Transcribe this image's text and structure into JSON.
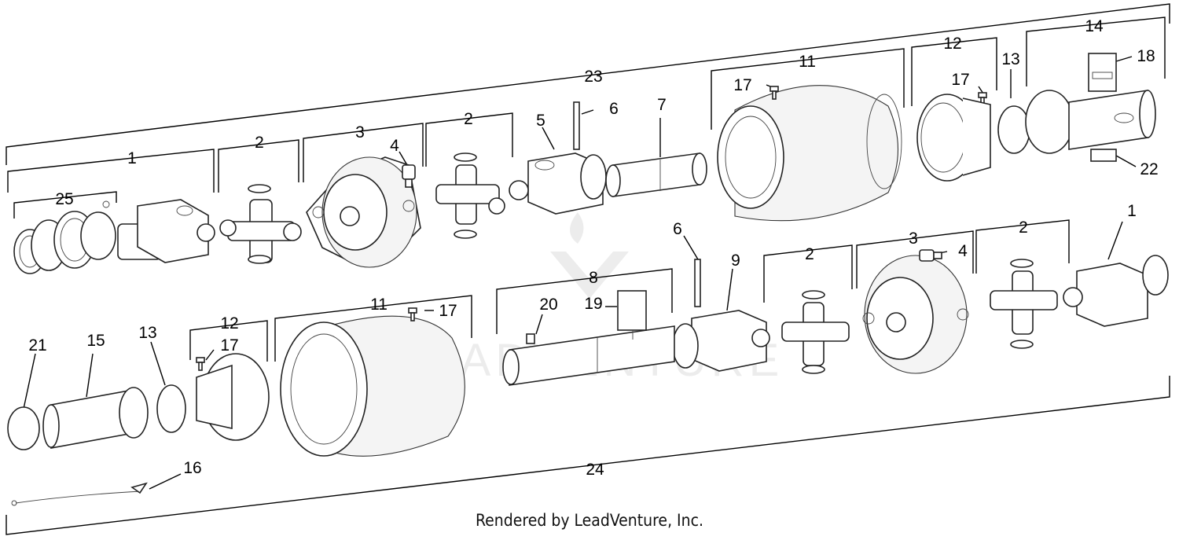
{
  "diagram": {
    "callouts": [
      {
        "id": "c23",
        "label": "23"
      },
      {
        "id": "c24",
        "label": "24"
      },
      {
        "id": "c1a",
        "label": "1"
      },
      {
        "id": "c25",
        "label": "25"
      },
      {
        "id": "c2a",
        "label": "2"
      },
      {
        "id": "c3a",
        "label": "3"
      },
      {
        "id": "c4a",
        "label": "4"
      },
      {
        "id": "c2b",
        "label": "2"
      },
      {
        "id": "c5",
        "label": "5"
      },
      {
        "id": "c6a",
        "label": "6"
      },
      {
        "id": "c7",
        "label": "7"
      },
      {
        "id": "c11a",
        "label": "11"
      },
      {
        "id": "c17a",
        "label": "17"
      },
      {
        "id": "c12a",
        "label": "12"
      },
      {
        "id": "c17b",
        "label": "17"
      },
      {
        "id": "c13a",
        "label": "13"
      },
      {
        "id": "c14",
        "label": "14"
      },
      {
        "id": "c18",
        "label": "18"
      },
      {
        "id": "c22",
        "label": "22"
      },
      {
        "id": "c1b",
        "label": "1"
      },
      {
        "id": "c6b",
        "label": "6"
      },
      {
        "id": "c9",
        "label": "9"
      },
      {
        "id": "c2c",
        "label": "2"
      },
      {
        "id": "c3b",
        "label": "3"
      },
      {
        "id": "c4b",
        "label": "4"
      },
      {
        "id": "c2d",
        "label": "2"
      },
      {
        "id": "c8",
        "label": "8"
      },
      {
        "id": "c20",
        "label": "20"
      },
      {
        "id": "c19",
        "label": "19"
      },
      {
        "id": "c11b",
        "label": "11"
      },
      {
        "id": "c17c",
        "label": "17"
      },
      {
        "id": "c12b",
        "label": "12"
      },
      {
        "id": "c17d",
        "label": "17"
      },
      {
        "id": "c21",
        "label": "21"
      },
      {
        "id": "c15",
        "label": "15"
      },
      {
        "id": "c13b",
        "label": "13"
      },
      {
        "id": "c16",
        "label": "16"
      }
    ],
    "watermark": "LEADVENTURE"
  },
  "footer": {
    "credit": "Rendered by LeadVenture, Inc."
  }
}
